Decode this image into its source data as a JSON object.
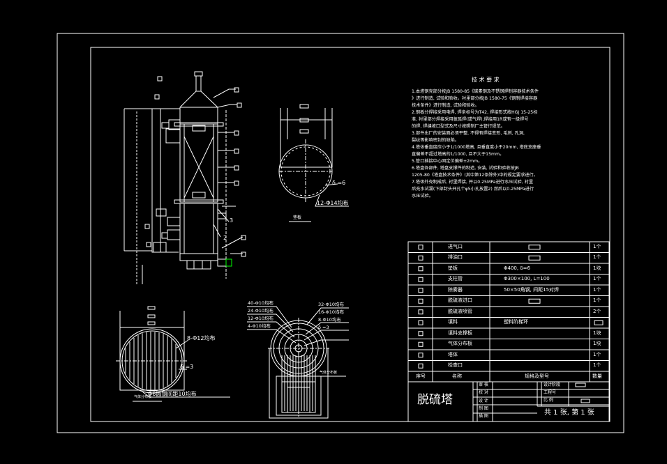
{
  "drawing": {
    "title": "脱硫塔",
    "sheet_info": "共 1 张, 第 1 张",
    "colors": {
      "background": "#000000",
      "lines": "#ffffff",
      "accent": "#00ff00"
    }
  },
  "tech": {
    "heading": "技 术 要 求",
    "lines": [
      "1.本塔钢壳部分按JB 1580-85《碳素钢及不锈钢焊制容器技术条件",
      "》进行制造, 试验和验收。衬里部分按JB 1580-75《钢制焊接容器",
      "技术条件》进行制造, 试验和验收。",
      "2.钢板分焊接采用电焊, 焊条标号为T42, 焊接形式按HGJ 15-25标",
      "准, 衬里部分焊接采用氩弧焊(或气焊),焊接用1R或有一级焊号",
      "的焊, 焊缝坡口型式及尺寸按照制厂主管行规范。",
      "3.部件出厂的安装面必须平整, 不得有焊接变形, 毛刺, 孔洞,",
      "裂纹等影响密封的缺陷。",
      "4.塔体垂直度应小于1/1000塔高, 且垂直度小于20mm, 塔底支座垂",
      "直偏差不超过塔高的1/1000, 且不大于15mm。",
      "5.管口插接中心固定位偏差±2mm。",
      "6.塔盘各部件, 塔盘支撑件的制造, 安装, 试验和验收按JB",
      "1205-80《塔盘技术条件》(其中第12条除外)中的规定要求进行。",
      "7.塔体外壳制成后, 衬里焊接, 并以0.25MPa进行水压试验, 衬里",
      "后充水试漏(下部封头开孔个φ5小孔放置2) 然后以0.25MPa进行",
      "水压试验。"
    ]
  },
  "parts_table": {
    "rows": [
      {
        "name": "进气口",
        "spec": "",
        "qty": "1个"
      },
      {
        "name": "排油口",
        "spec": "",
        "qty": "1个"
      },
      {
        "name": "垫板",
        "spec": "Φ400, δ=6",
        "qty": "1块"
      },
      {
        "name": "支柱管",
        "spec": "Φ300×100, L=100",
        "qty": "1个"
      },
      {
        "name": "除雾器",
        "spec": "50×50角钢, 间距15对焊",
        "qty": "1个"
      },
      {
        "name": "脱硫液进口",
        "spec": "",
        "qty": "1个"
      },
      {
        "name": "脱硫液喷管",
        "spec": "",
        "qty": "2个"
      },
      {
        "name": "填料",
        "spec": "塑料阶梯环",
        "qty": ""
      },
      {
        "name": "填料支撑板",
        "spec": "",
        "qty": "1块"
      },
      {
        "name": "气体分布板",
        "spec": "",
        "qty": "1块"
      },
      {
        "name": "塔体",
        "spec": "",
        "qty": "1个"
      },
      {
        "name": "检查口",
        "spec": "",
        "qty": "1个"
      }
    ],
    "header": {
      "seq": "序号",
      "name": "名称",
      "spec": "规格及型号",
      "qty": "数量"
    }
  },
  "title_block": {
    "labels": [
      "审 核",
      "校 对",
      "设 计",
      "制 图",
      "描 图"
    ],
    "right_labels": [
      "设计阶段",
      "工程号",
      "比 例"
    ]
  },
  "annotations": {
    "pad_holes": "12-Φ14均布",
    "pad_thickness": "δ =6",
    "pad_label": "垫板",
    "plate_holes": "8-Φ12均布",
    "plate_thickness": "δ =3",
    "plate_bars": "Φ6圆钢间距10均布",
    "plate_label": "气体分布板",
    "spray_label": "气体分布板",
    "spray_left": [
      "40-Φ10均布",
      "24-Φ10均布",
      "12-Φ10均布",
      "4-Φ10均布"
    ],
    "spray_right": [
      "32-Φ10均布",
      "16-Φ10均布",
      "8-Φ10均布",
      "δ =3"
    ],
    "callouts": [
      "3",
      "2"
    ]
  }
}
